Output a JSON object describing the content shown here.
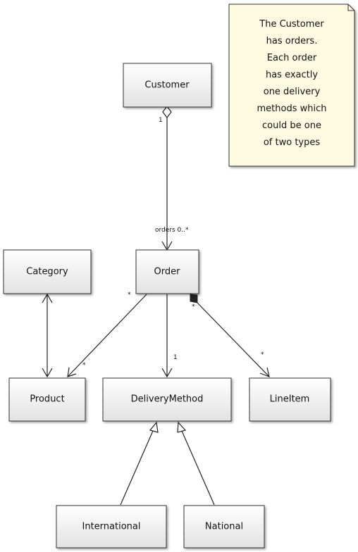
{
  "note": {
    "lines": [
      "The Customer",
      "has orders.",
      "Each order",
      "has exactly",
      "one delivery",
      "methods which",
      "could be one",
      "of two types"
    ]
  },
  "classes": {
    "customer": "Customer",
    "order": "Order",
    "category": "Category",
    "product": "Product",
    "delivery_method": "DeliveryMethod",
    "line_item": "LineItem",
    "international": "International",
    "national": "National"
  },
  "labels": {
    "customer_end": "1",
    "orders_end": "orders 0..*",
    "order_product_src": "*",
    "order_product_dst": "*",
    "order_delivery_dst": "1",
    "order_lineitem_src": "*",
    "order_lineitem_dst": "*"
  },
  "colors": {
    "box_top": "#ffffff",
    "box_bottom": "#e2e2e2",
    "note_fill": "#fffbe3",
    "stroke": "#222222"
  }
}
